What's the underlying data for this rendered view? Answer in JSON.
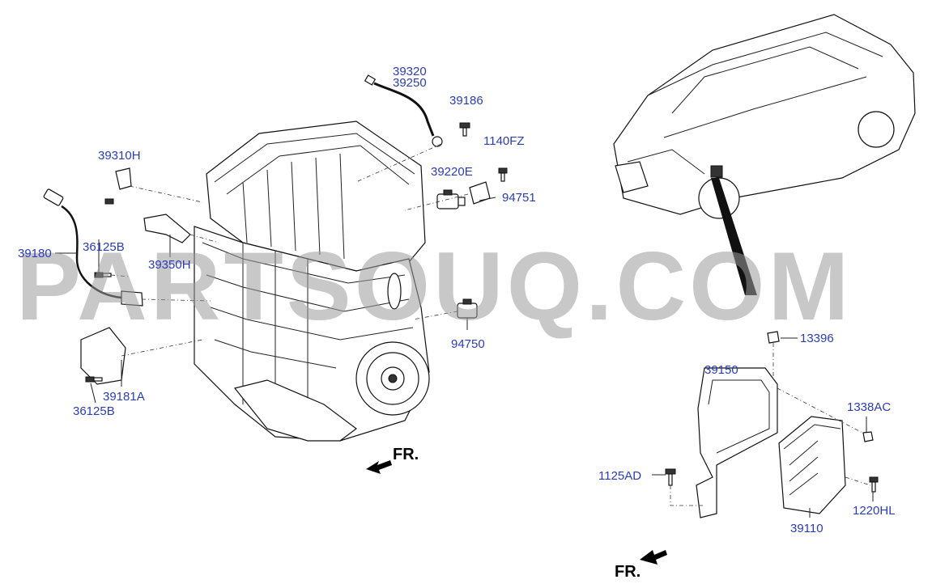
{
  "watermark": "PARTSOUQ.COM",
  "direction_labels": {
    "engine": "FR.",
    "ecu": "FR."
  },
  "part_labels": {
    "p39320": "39320",
    "p39250": "39250",
    "p39186": "39186",
    "p1140FZ": "1140FZ",
    "p39310H": "39310H",
    "p39220E": "39220E",
    "p94751": "94751",
    "p39180": "39180",
    "p36125B_top": "36125B",
    "p39350H": "39350H",
    "p94750": "94750",
    "p39181A": "39181A",
    "p36125B_bottom": "36125B",
    "p13396": "13396",
    "p39150": "39150",
    "p1338AC": "1338AC",
    "p1125AD": "1125AD",
    "p1220HL": "1220HL",
    "p39110": "39110"
  }
}
